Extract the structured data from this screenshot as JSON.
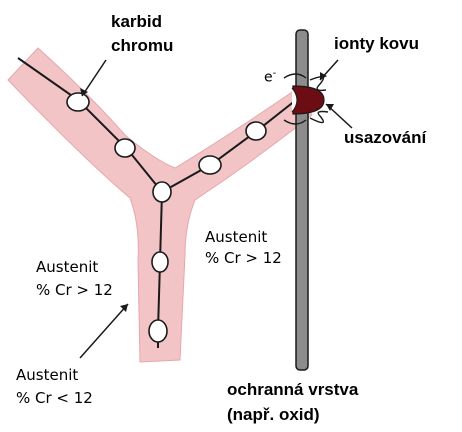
{
  "labels": {
    "carbide": [
      "karbid",
      "chromu"
    ],
    "metal_ions": "ionty kovu",
    "deposition": "usazování",
    "electron": "e",
    "electron_sup": "-",
    "austenite_right": [
      "Austenit",
      "% Cr > 12"
    ],
    "austenite_left": [
      "Austenit",
      "% Cr > 12"
    ],
    "austenite_depleted": [
      "Austenit",
      "% Cr < 12"
    ],
    "protective_layer": [
      "ochranná vrstva",
      "(např. oxid)"
    ]
  },
  "colors": {
    "depleted_zone": "#f2c4c6",
    "depleted_zone_edge": "#e8a6aa",
    "boundary": "#1a1a1a",
    "carbide_fill": "#ffffff",
    "layer": "#8c8c8c",
    "deposit": "#6b0d12"
  }
}
